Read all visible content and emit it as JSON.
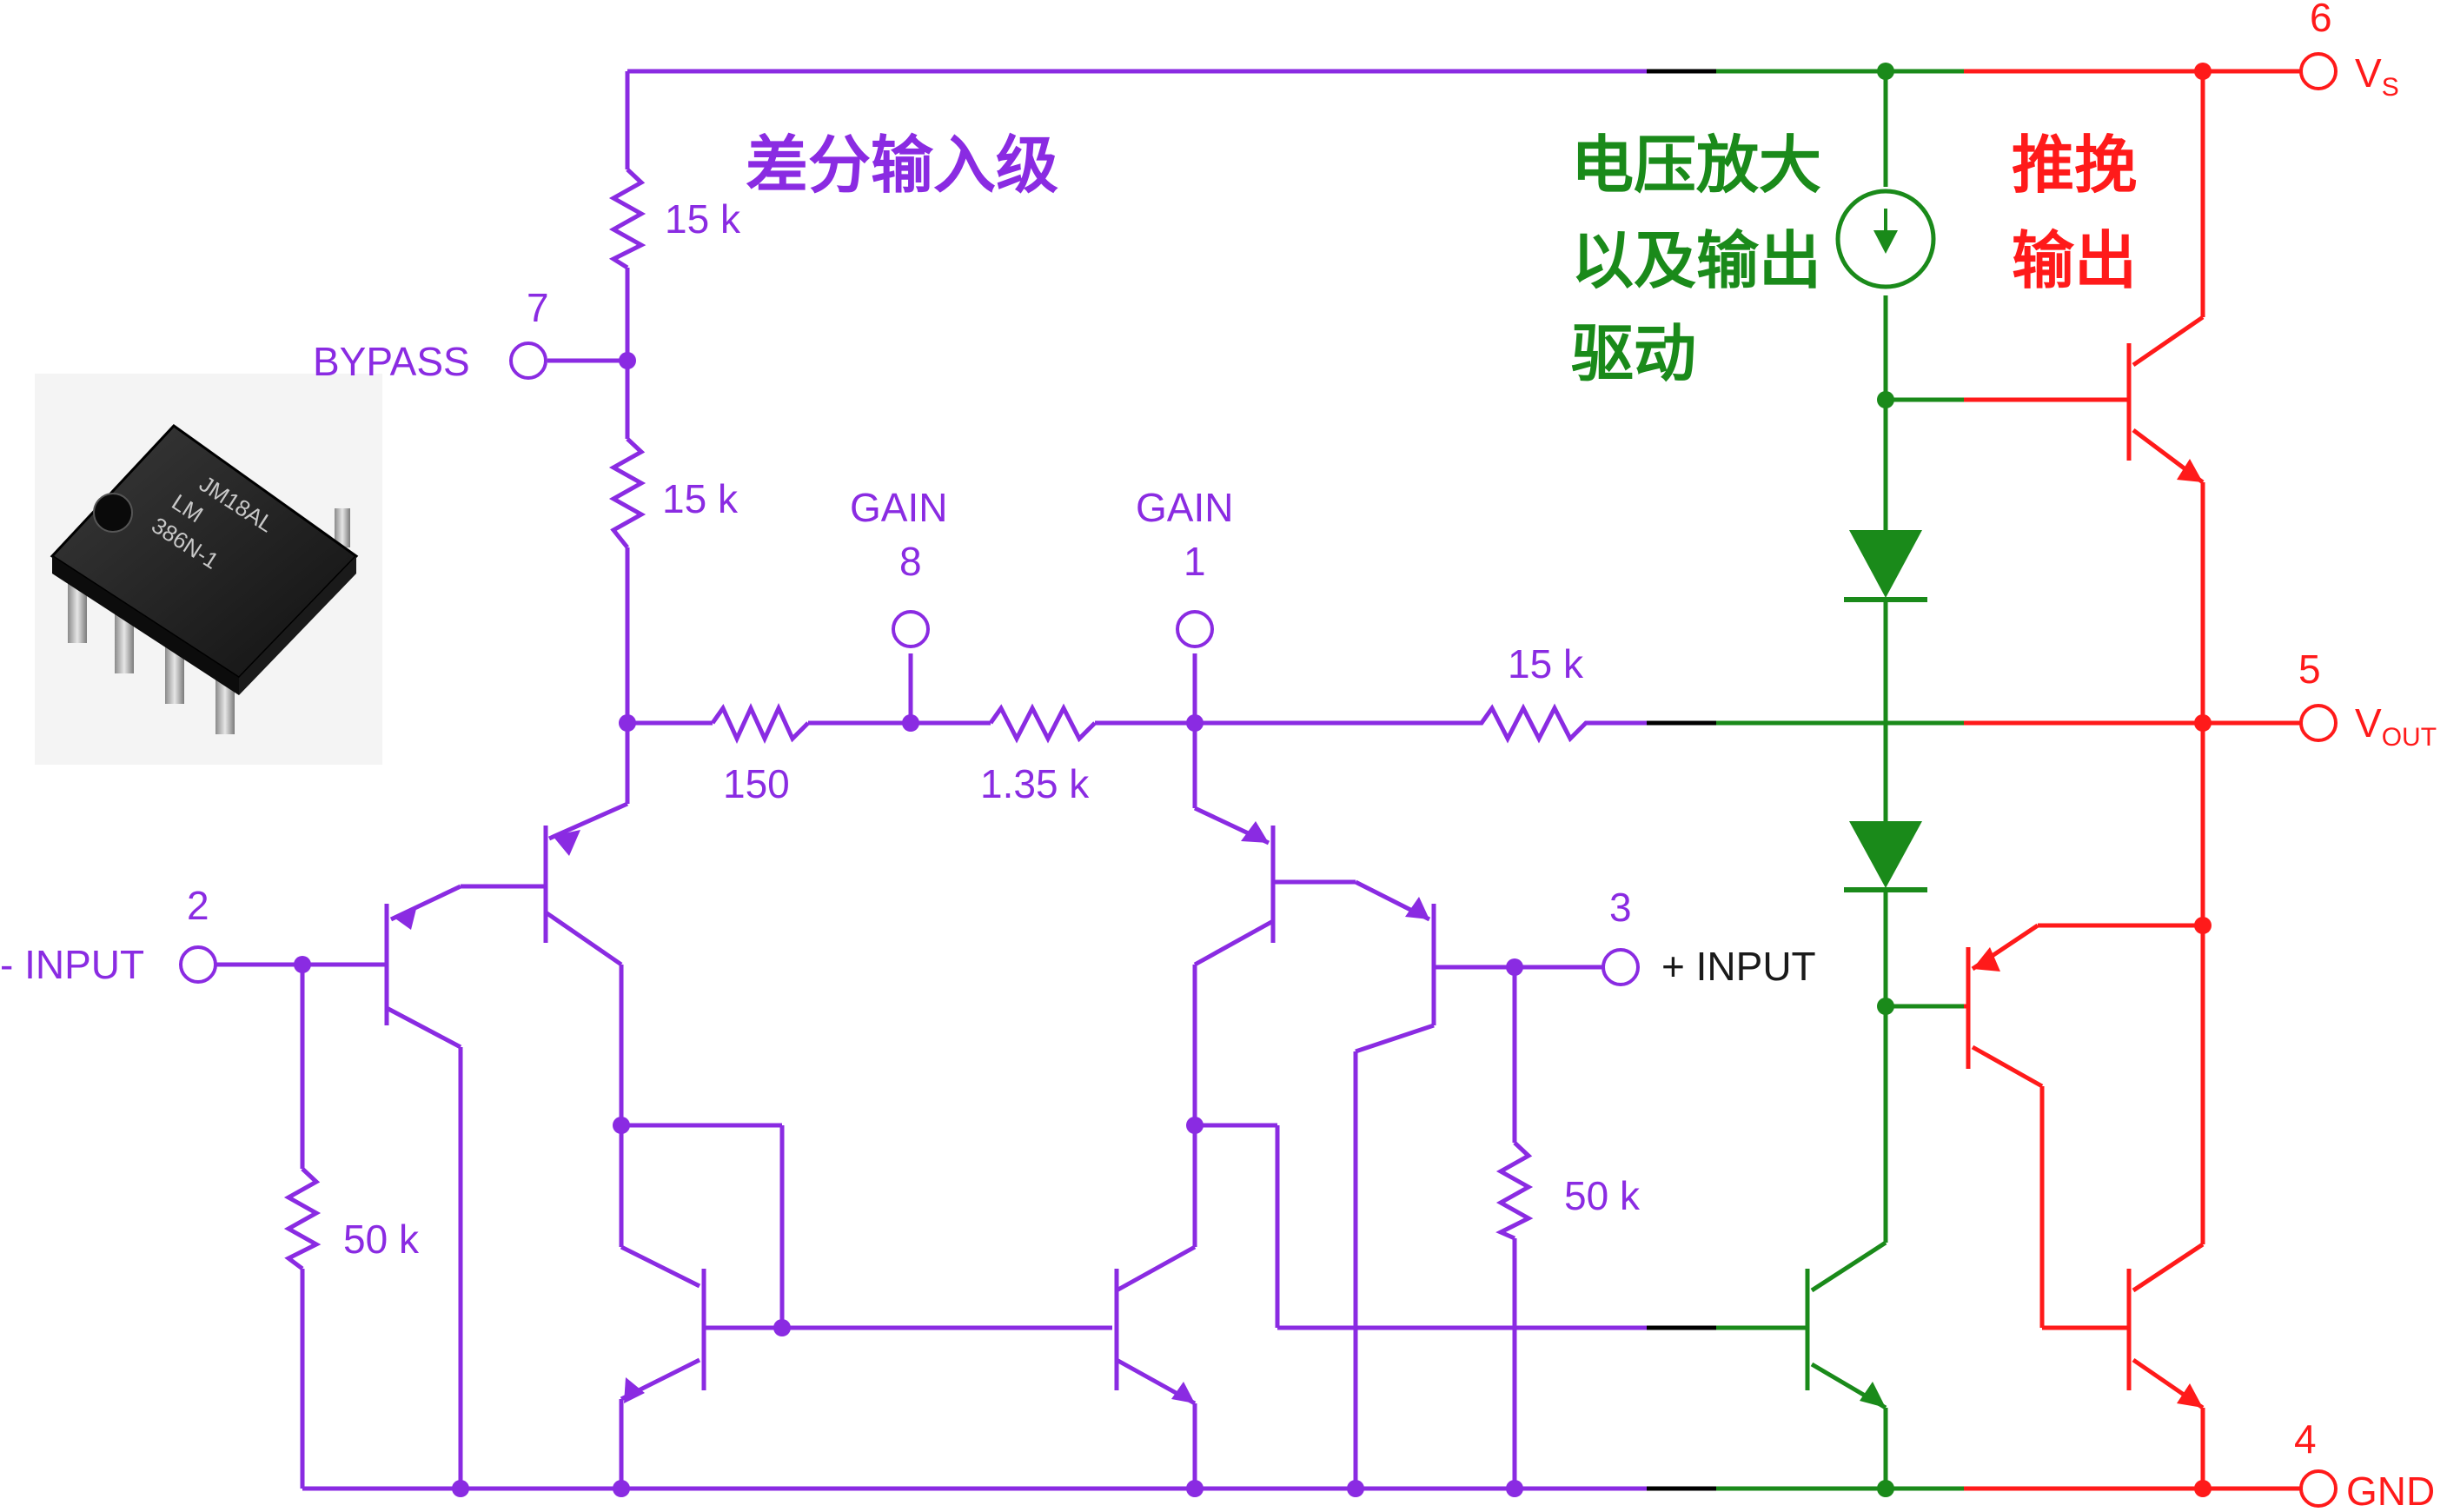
{
  "colors": {
    "input_stage": "#8a2be2",
    "voltage_stage": "#1a8a1a",
    "output_stage": "#ff1a1a",
    "wire_black": "#000000"
  },
  "section_labels": {
    "differential_input": "差分输入级",
    "voltage_amp_line1": "电压放大",
    "voltage_amp_line2": "以及输出",
    "voltage_amp_line3": "驱动",
    "push_pull_line1": "推挽",
    "push_pull_line2": "输出"
  },
  "pins": {
    "vs": {
      "number": "6",
      "label": "V",
      "sub": "S"
    },
    "bypass": {
      "number": "7",
      "label": "BYPASS"
    },
    "gain8": {
      "number": "8",
      "label": "GAIN"
    },
    "gain1": {
      "number": "1",
      "label": "GAIN"
    },
    "minus_input": {
      "number": "2",
      "label": "- INPUT"
    },
    "plus_input": {
      "number": "3",
      "label": "+ INPUT"
    },
    "vout": {
      "number": "5",
      "label": "V",
      "sub": "OUT"
    },
    "gnd": {
      "number": "4",
      "label": "GND"
    }
  },
  "resistors": {
    "r_top": "15 k",
    "r_mid": "15 k",
    "r_150": "150",
    "r_135": "1.35 k",
    "r_fb": "15 k",
    "r_in_left": "50 k",
    "r_in_right": "50 k"
  },
  "chip_photo": {
    "marking_line1": "JM18AL",
    "marking_line2": "LM",
    "marking_line3": "386N-1"
  }
}
